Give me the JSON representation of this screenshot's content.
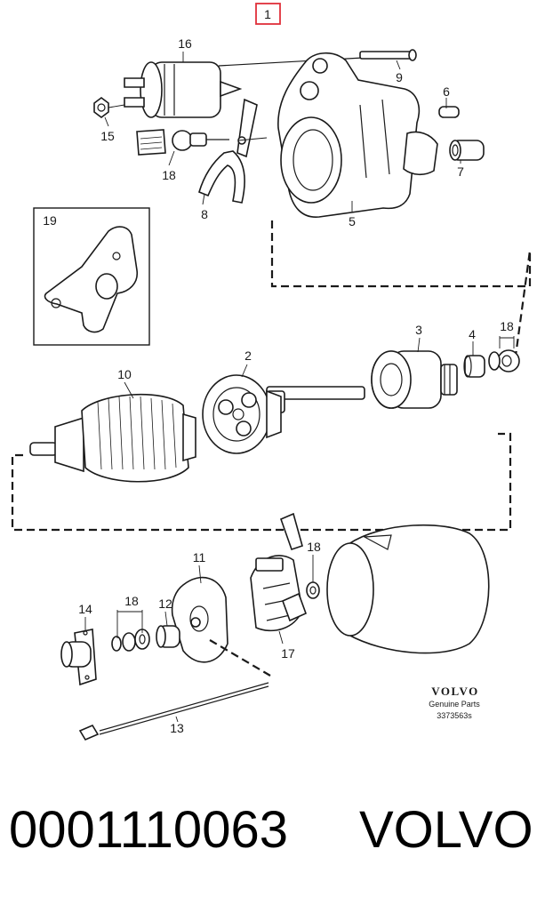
{
  "diagram": {
    "highlight_label": "1",
    "callouts": {
      "c16": "16",
      "c9": "9",
      "c6": "6",
      "c15": "15",
      "c18a": "18",
      "c8": "8",
      "c5": "5",
      "c7": "7",
      "c19": "19",
      "c3": "3",
      "c4": "4",
      "c18b": "18",
      "c10": "10",
      "c2": "2",
      "c11": "11",
      "c18c": "18",
      "c14": "14",
      "c18d": "18",
      "c12": "12",
      "c17": "17",
      "c13": "13"
    },
    "logo": {
      "brand": "VOLVO",
      "tagline": "Genuine Parts",
      "code": "3373563s"
    }
  },
  "footer": {
    "part_number": "0001110063",
    "brand": "VOLVO"
  },
  "colors": {
    "highlight": "#e0303a",
    "line": "#1a1a1a"
  }
}
